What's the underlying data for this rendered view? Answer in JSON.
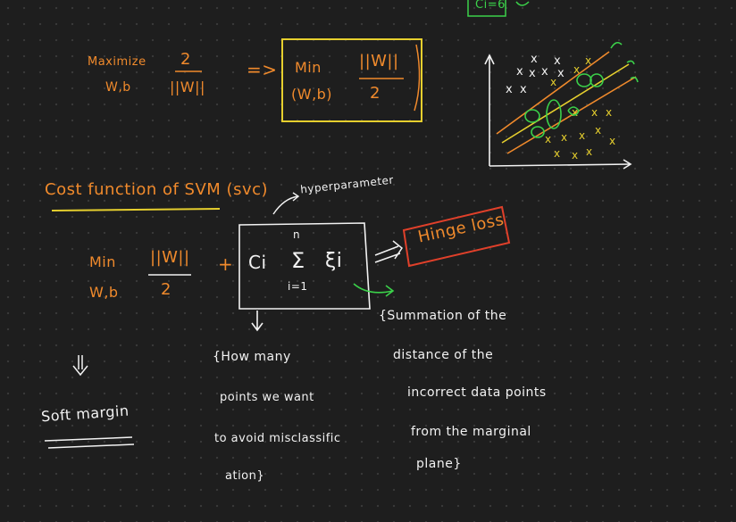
{
  "colors": {
    "background": "#1e1e1e",
    "orange": "#f08a2c",
    "white": "#f2f2f2",
    "yellow": "#e6cf2e",
    "green": "#3bd14a",
    "red": "#e0402a"
  },
  "top_partial": {
    "text": "Ci=6"
  },
  "maximize": {
    "word": "Maximize",
    "under": "W,b",
    "num": "2",
    "den": "||W||"
  },
  "arrow1": "=>",
  "boxed_min": {
    "min": "Min",
    "under": "(W,b)",
    "num": "||W||",
    "den": "2"
  },
  "section_title": "Cost function of SVM (svc)",
  "hyperparameter": "hyperparameter",
  "cost": {
    "min": "Min",
    "under": "W,b",
    "num": "||W||",
    "den": "2",
    "plus": "+",
    "c": "Ci",
    "sigma": "Σ",
    "n": "n",
    "i1": "i=1",
    "xi": "ξi"
  },
  "hinge": "Hinge loss",
  "soft_margin": "Soft margin",
  "note_mid": [
    "{How many",
    "points we want",
    "to avoid misclassific",
    "ation}"
  ],
  "note_right": [
    "{Summation of the",
    "distance of the",
    "incorrect data points",
    "from the marginal",
    "plane}"
  ]
}
